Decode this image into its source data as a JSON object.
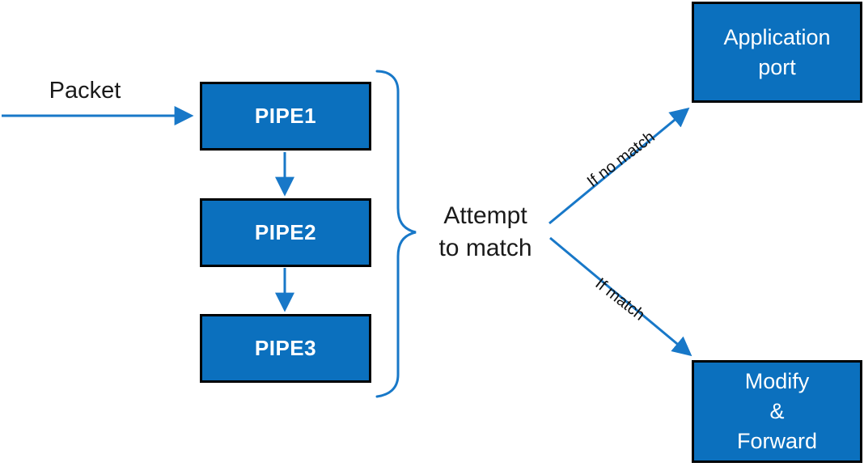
{
  "diagram": {
    "title_hint": "packet pipeline matching flow",
    "packet_label": "Packet",
    "pipes": [
      {
        "label": "PIPE1"
      },
      {
        "label": "PIPE2"
      },
      {
        "label": "PIPE3"
      }
    ],
    "group_label": {
      "line1": "Attempt",
      "line2": "to match"
    },
    "branches": [
      {
        "label": "If no match",
        "target": "application-port"
      },
      {
        "label": "If match",
        "target": "modify-forward"
      }
    ],
    "application_port": {
      "line1": "Application",
      "line2": "port"
    },
    "modify_forward": {
      "line1": "Modify",
      "line2": "&",
      "line3": "Forward"
    },
    "colors": {
      "node_fill": "#0b70be",
      "node_border": "#000000",
      "node_text": "#ffffff",
      "connector": "#1878c8",
      "label_text": "#1a1a1a",
      "background": "#ffffff"
    }
  }
}
